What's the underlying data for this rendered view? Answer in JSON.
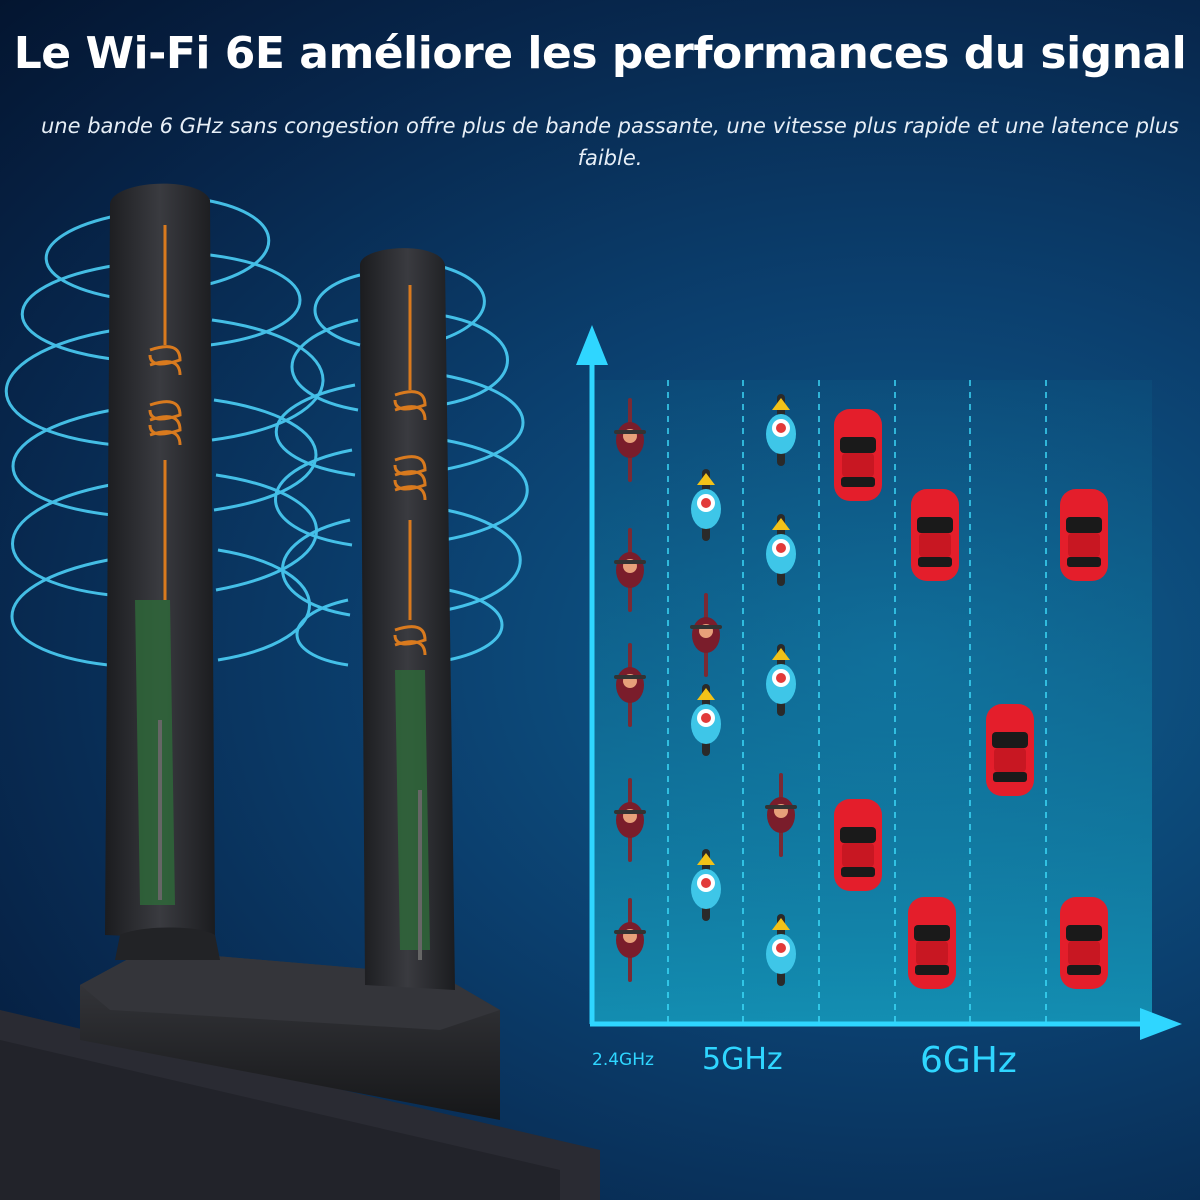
{
  "header": {
    "title": "Le Wi-Fi 6E améliore les performances du signal",
    "subtitle": "une bande 6 GHz sans congestion offre plus de bande passante, une vitesse plus rapide et une latence plus faible."
  },
  "bands": {
    "band_24": "2.4GHz",
    "band_5": "5GHz",
    "band_6": "6GHz"
  },
  "colors": {
    "accent": "#2fd6ff",
    "car": "#e41e2b",
    "bike_jersey": "#7a1d2b",
    "moto_helmet": "#f2c218",
    "antenna": "#2b2b2e"
  },
  "icons": {
    "bicycle": "bicycle-rider-icon",
    "motorcycle": "motorcycle-rider-icon",
    "car": "car-icon",
    "antenna": "antenna-icon",
    "signal": "signal-wave-icon"
  }
}
